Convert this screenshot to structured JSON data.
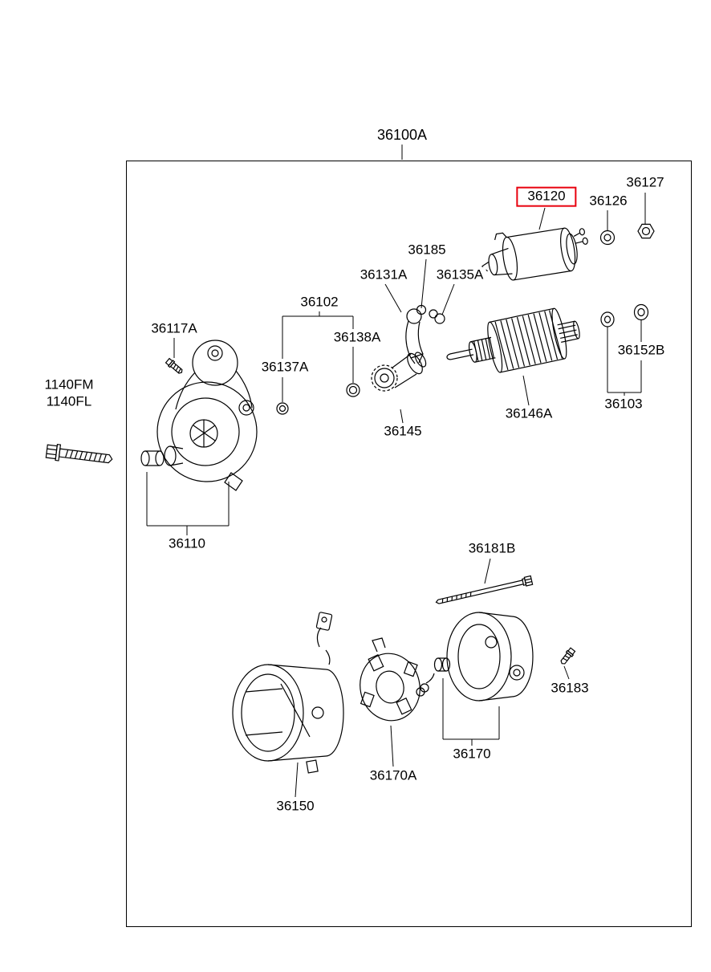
{
  "diagram": {
    "assembly": "36100A",
    "selected_part": "36120",
    "highlight_color": "#e8000d",
    "line_color": "#000000",
    "background": "#ffffff"
  },
  "labels": {
    "a36100A": "36100A",
    "p36120": "36120",
    "p36126": "36126",
    "p36127": "36127",
    "p36185": "36185",
    "p36131A": "36131A",
    "p36135A": "36135A",
    "p36102": "36102",
    "p36117A": "36117A",
    "p36138A": "36138A",
    "p36137A": "36137A",
    "p36152B": "36152B",
    "p36146A": "36146A",
    "p36103": "36103",
    "p36145": "36145",
    "p1140FM": "1140FM",
    "p1140FL": "1140FL",
    "p36110": "36110",
    "p36181B": "36181B",
    "p36183": "36183",
    "p36170": "36170",
    "p36170A": "36170A",
    "p36150": "36150"
  }
}
